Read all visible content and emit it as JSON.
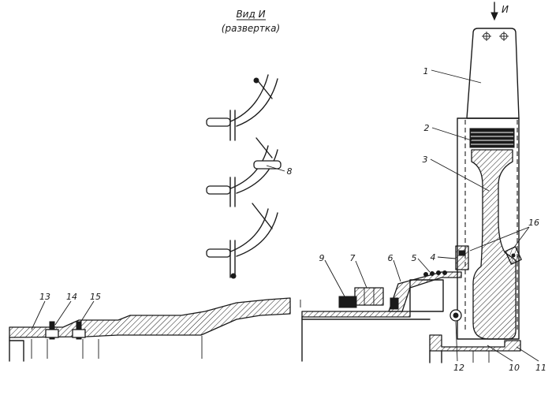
{
  "view_title": {
    "line1": "Вид И",
    "line2": "(развертка)"
  },
  "view_marker": "И",
  "callouts": [
    "1",
    "2",
    "3",
    "4",
    "5",
    "6",
    "7",
    "8",
    "9",
    "10",
    "11",
    "12",
    "13",
    "14",
    "15",
    "16"
  ]
}
